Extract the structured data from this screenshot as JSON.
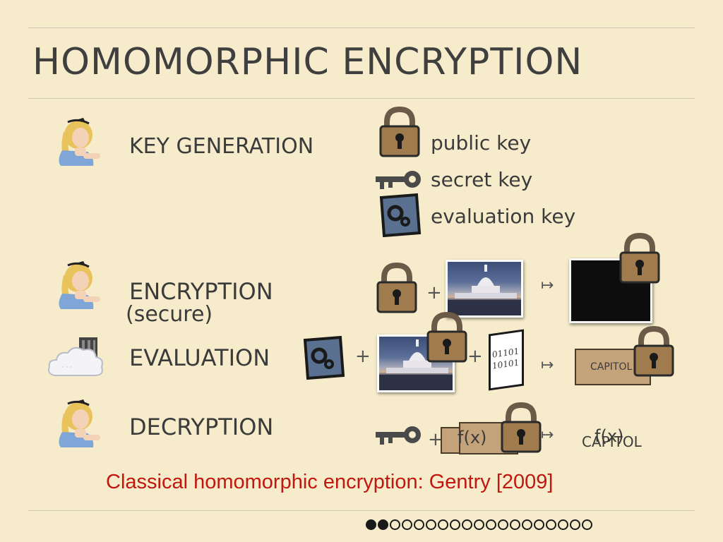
{
  "slide": {
    "title": "HOMOMORPHIC ENCRYPTION",
    "steps": {
      "keygen": "KEY GENERATION",
      "encryption": "ENCRYPTION",
      "encryption_note": "(secure)",
      "evaluation": "EVALUATION",
      "decryption": "DECRYPTION"
    },
    "keys": {
      "public": "public key",
      "secret": "secret key",
      "evaluation": "evaluation key"
    },
    "ops": {
      "plus": "+",
      "maps_to": "↦"
    },
    "binary": {
      "line1": "01101",
      "line2": "10101"
    },
    "result_label": "CAPITOL",
    "decrypt_input": "f(x)",
    "decrypt_output_overlap": "f(x)",
    "decrypt_output_text": "CAPITOL",
    "citation": "Classical homomorphic encryption: Gentry [2009]",
    "progress": {
      "current": 2,
      "total": 19
    }
  },
  "colors": {
    "background": "#f6eccb",
    "lock_body": "#a07b4e",
    "lock_shackle": "#6b5a48",
    "eval_key": "#5a7090",
    "citation": "#c0170f"
  },
  "icons": {
    "alice": "alice-icon",
    "cloud": "cloud-server-icon",
    "lock": "padlock-icon",
    "key": "key-icon",
    "gear_card": "gear-card-icon",
    "capitol_photo": "capitol-photo"
  }
}
